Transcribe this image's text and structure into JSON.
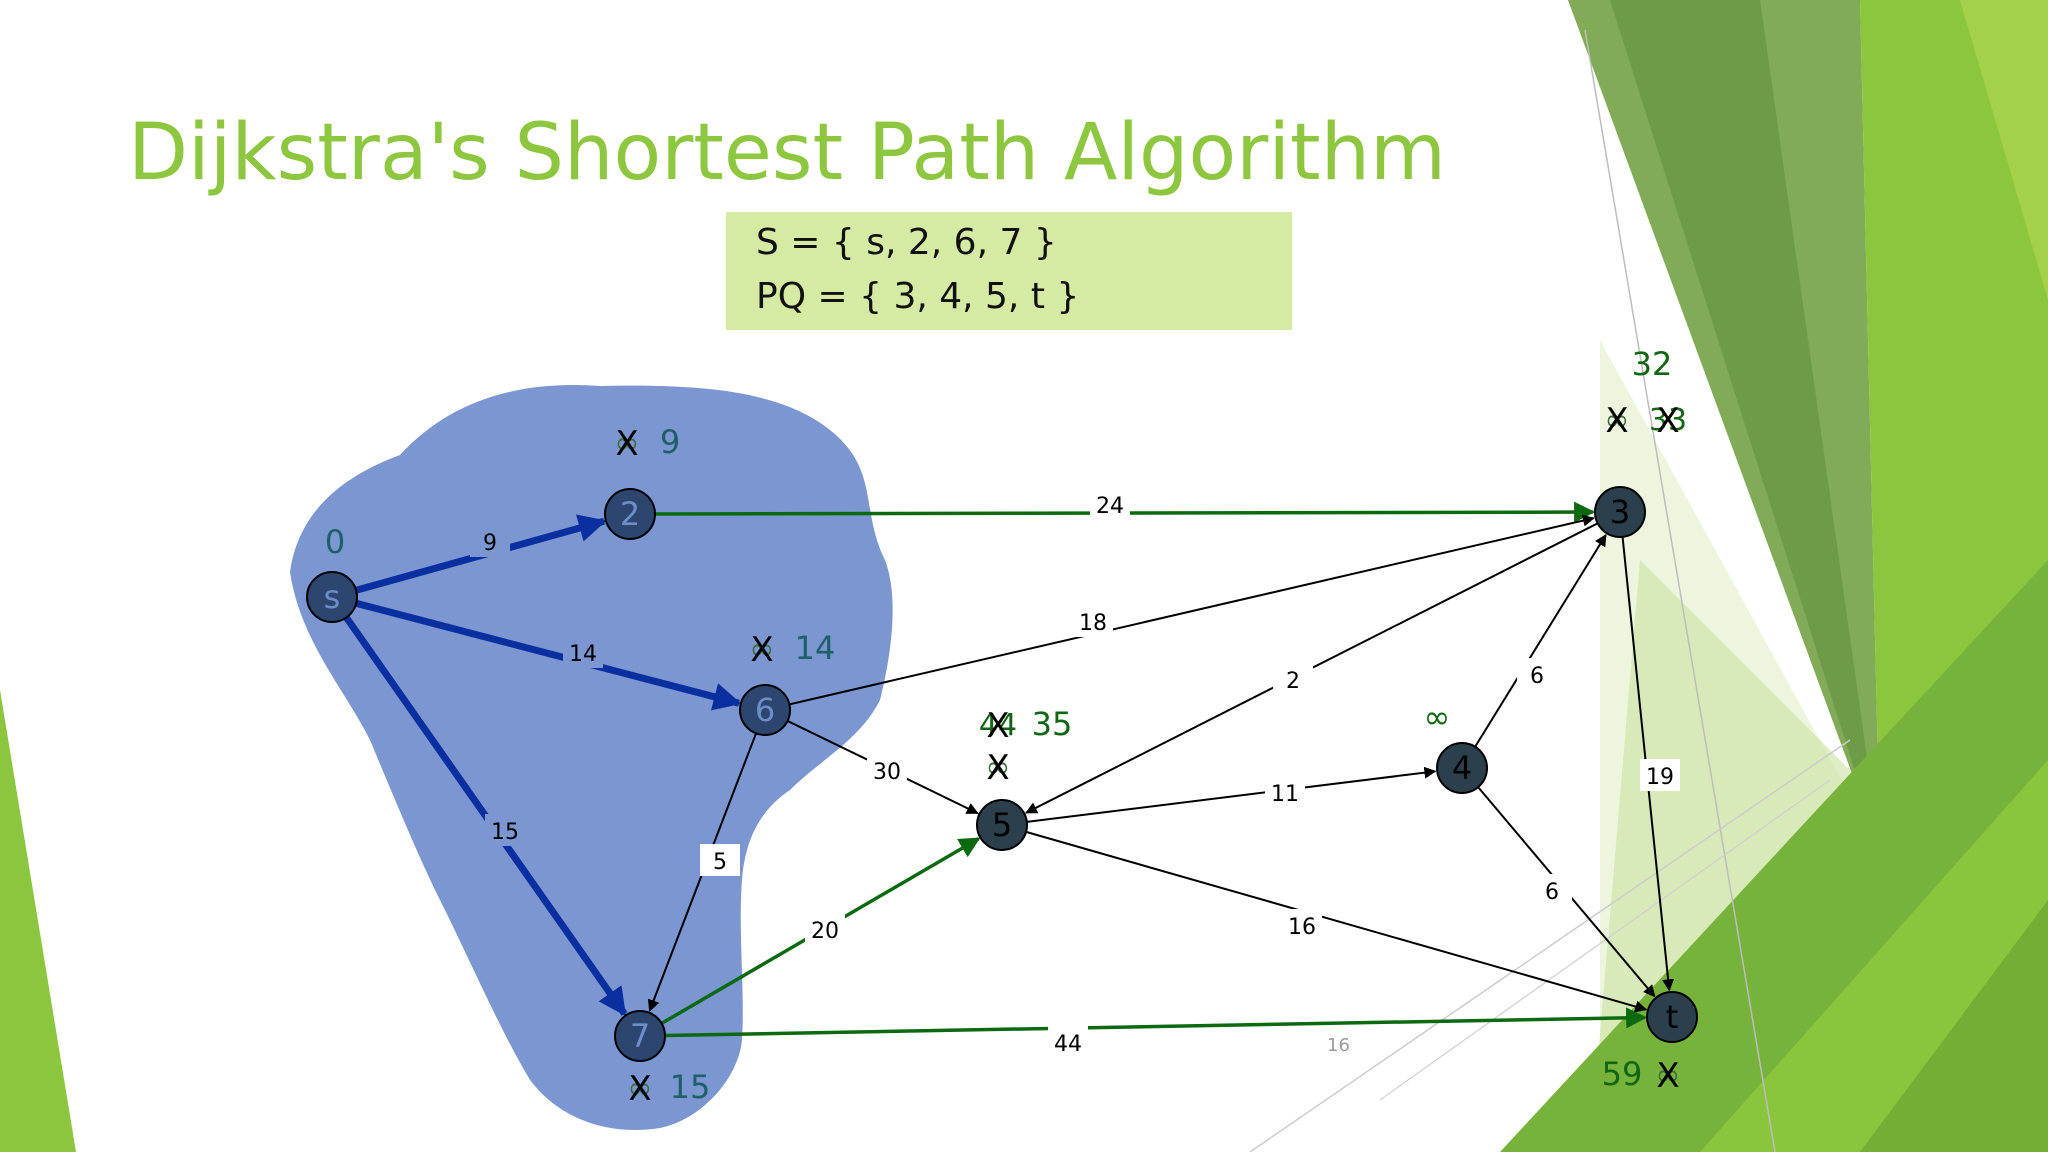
{
  "slide": {
    "title": "Dijkstra's Shortest Path Algorithm",
    "set_s": "S = { s, 2, 6, 7 }",
    "set_pq": "PQ = { 3, 4, 5, t }",
    "page_number": "16"
  },
  "colors": {
    "title": "#8dc63f",
    "blob": "#7b96d0",
    "tree_edge": "#0a2fa0",
    "green_edge": "#0b6a10",
    "node_fill": "#2b3f4c",
    "label_green": "#116611"
  },
  "nodes": [
    {
      "id": "s",
      "label": "s"
    },
    {
      "id": "2",
      "label": "2"
    },
    {
      "id": "6",
      "label": "6"
    },
    {
      "id": "7",
      "label": "7"
    },
    {
      "id": "5",
      "label": "5"
    },
    {
      "id": "4",
      "label": "4"
    },
    {
      "id": "3",
      "label": "3"
    },
    {
      "id": "t",
      "label": "t"
    }
  ],
  "edges": [
    {
      "from": "s",
      "to": "2",
      "weight": "9",
      "kind": "tree"
    },
    {
      "from": "s",
      "to": "6",
      "weight": "14",
      "kind": "tree"
    },
    {
      "from": "s",
      "to": "7",
      "weight": "15",
      "kind": "tree"
    },
    {
      "from": "2",
      "to": "3",
      "weight": "24",
      "kind": "green"
    },
    {
      "from": "6",
      "to": "3",
      "weight": "18",
      "kind": "plain"
    },
    {
      "from": "6",
      "to": "5",
      "weight": "30",
      "kind": "plain"
    },
    {
      "from": "6",
      "to": "7",
      "weight": "5",
      "kind": "plain"
    },
    {
      "from": "7",
      "to": "5",
      "weight": "20",
      "kind": "green"
    },
    {
      "from": "7",
      "to": "t",
      "weight": "44",
      "kind": "green"
    },
    {
      "from": "3",
      "to": "5",
      "weight": "2",
      "kind": "plain"
    },
    {
      "from": "5",
      "to": "4",
      "weight": "11",
      "kind": "plain"
    },
    {
      "from": "4",
      "to": "3",
      "weight": "6",
      "kind": "plain"
    },
    {
      "from": "4",
      "to": "t",
      "weight": "6",
      "kind": "plain"
    },
    {
      "from": "5",
      "to": "t",
      "weight": "16",
      "kind": "plain"
    },
    {
      "from": "3",
      "to": "t",
      "weight": "19",
      "kind": "plain"
    }
  ],
  "distances": {
    "s": {
      "value": "0"
    },
    "2": {
      "old": "∞",
      "value": "9"
    },
    "6": {
      "old": "∞",
      "value": "14"
    },
    "7": {
      "old": "∞",
      "value": "15"
    },
    "5": {
      "old": "∞",
      "old2": "44",
      "value": "35"
    },
    "4": {
      "value": "∞"
    },
    "3": {
      "old": "∞",
      "old2": "33",
      "value": "32"
    },
    "t": {
      "old": "∞",
      "value": "59"
    }
  }
}
